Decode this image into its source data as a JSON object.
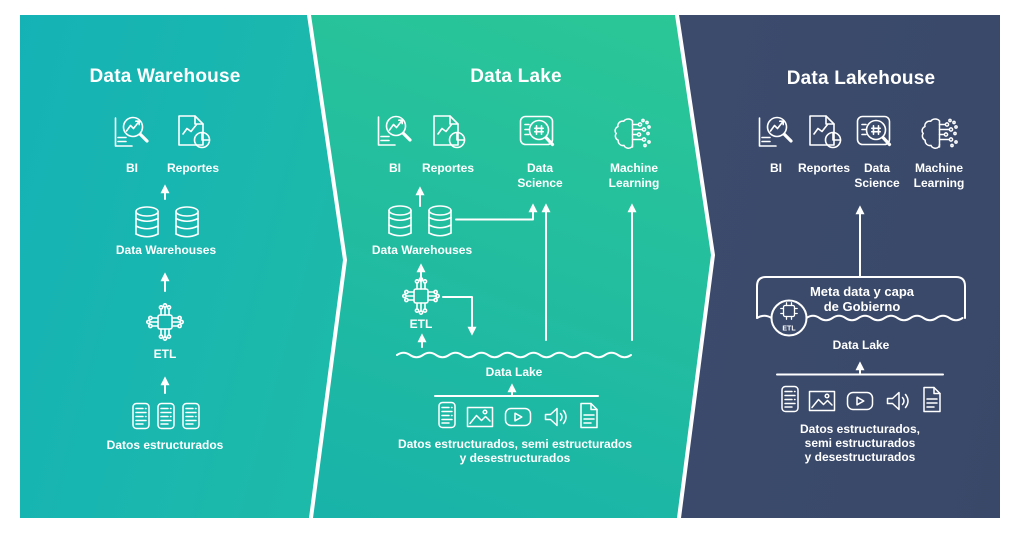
{
  "colors": {
    "canvas_bg": "#ffffff",
    "line": "#ffffff",
    "text": "#ffffff",
    "panel1_grad_a": "#14b2b6",
    "panel1_grad_b": "#2bc795",
    "panel2_grad_a": "#2dc994",
    "panel2_grad_b": "#17b1ab",
    "panel3_teal": "#2da295",
    "panel3_navy": "#3d4c6e",
    "panel3_navy_dark": "#394868"
  },
  "panels": [
    {
      "title": "Data Warehouse",
      "bi": "BI",
      "reportes": "Reportes",
      "warehouses": "Data Warehouses",
      "etl": "ETL",
      "source": "Datos estructurados"
    },
    {
      "title": "Data Lake",
      "bi": "BI",
      "reportes": "Reportes",
      "data_science": "Data Science",
      "machine_learning": "Machine Learning",
      "warehouses": "Data Warehouses",
      "etl": "ETL",
      "lake": "Data Lake",
      "source_line1": "Datos estructurados, semi estructurados",
      "source_line2": "y desestructurados"
    },
    {
      "title": "Data Lakehouse",
      "bi": "BI",
      "reportes": "Reportes",
      "data_science": "Data Science",
      "machine_learning": "Machine Learning",
      "meta_line1": "Meta data y capa",
      "meta_line2": "de Gobierno",
      "etl": "ETL",
      "lake": "Data Lake",
      "source_line1": "Datos estructurados,",
      "source_line2": "semi estructurados",
      "source_line3": "y desestructurados"
    }
  ]
}
